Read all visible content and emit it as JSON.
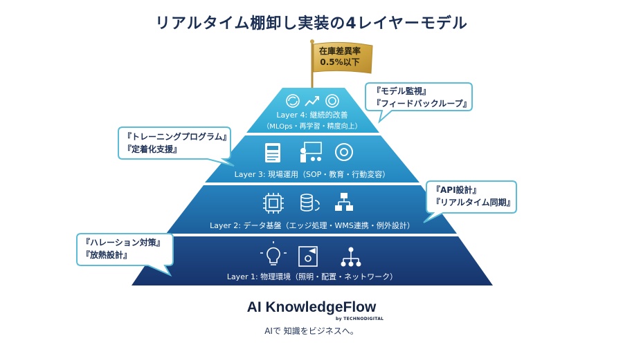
{
  "title": "リアルタイム棚卸し実装の4レイヤーモデル",
  "flag": {
    "line1": "在庫差異率",
    "line2": "0.5%以下"
  },
  "layers": [
    {
      "label": "Layer 4: 継続的改善",
      "sub": "（MLOps・再学習・精度向上）",
      "icons": [
        "cycle-icon",
        "trend-up-icon",
        "ai-gear-icon"
      ]
    },
    {
      "label": "Layer 3: 現場運用（SOP・教育・行動変容）",
      "icons": [
        "sop-document-icon",
        "training-presentation-icon",
        "sync-gear-icon"
      ]
    },
    {
      "label": "Layer 2: データ基盤（エッジ処理・WMS連携・例外設計）",
      "icons": [
        "cpu-chip-icon",
        "database-sync-icon",
        "network-flow-icon"
      ]
    },
    {
      "label": "Layer 1: 物理環境（照明・配置・ネットワーク）",
      "icons": [
        "lightbulb-icon",
        "camera-icon",
        "network-tree-icon"
      ]
    }
  ],
  "callouts": {
    "layer4": {
      "line1": "『モデル監視』",
      "line2": "『フィードバックループ』"
    },
    "layer3": {
      "line1": "『トレーニングプログラム』",
      "line2": "『定着化支援』"
    },
    "layer2": {
      "line1": "『API設計』",
      "line2": "『リアルタイム同期』"
    },
    "layer1": {
      "line1": "『ハレーション対策』",
      "line2": "『放熱設計』"
    }
  },
  "brand": {
    "name": "AI KnowledgeFlow",
    "by": "by TECHNODIGITAL",
    "tagline": "AIで 知識をビジネスへ。"
  },
  "colors": {
    "layer4": "#3fb6d9",
    "layer3": "#2b94c7",
    "layer2": "#1f6ea8",
    "layer1": "#1a3f7a",
    "gold": "#d9b450",
    "callout_border": "#5bbcd8"
  }
}
